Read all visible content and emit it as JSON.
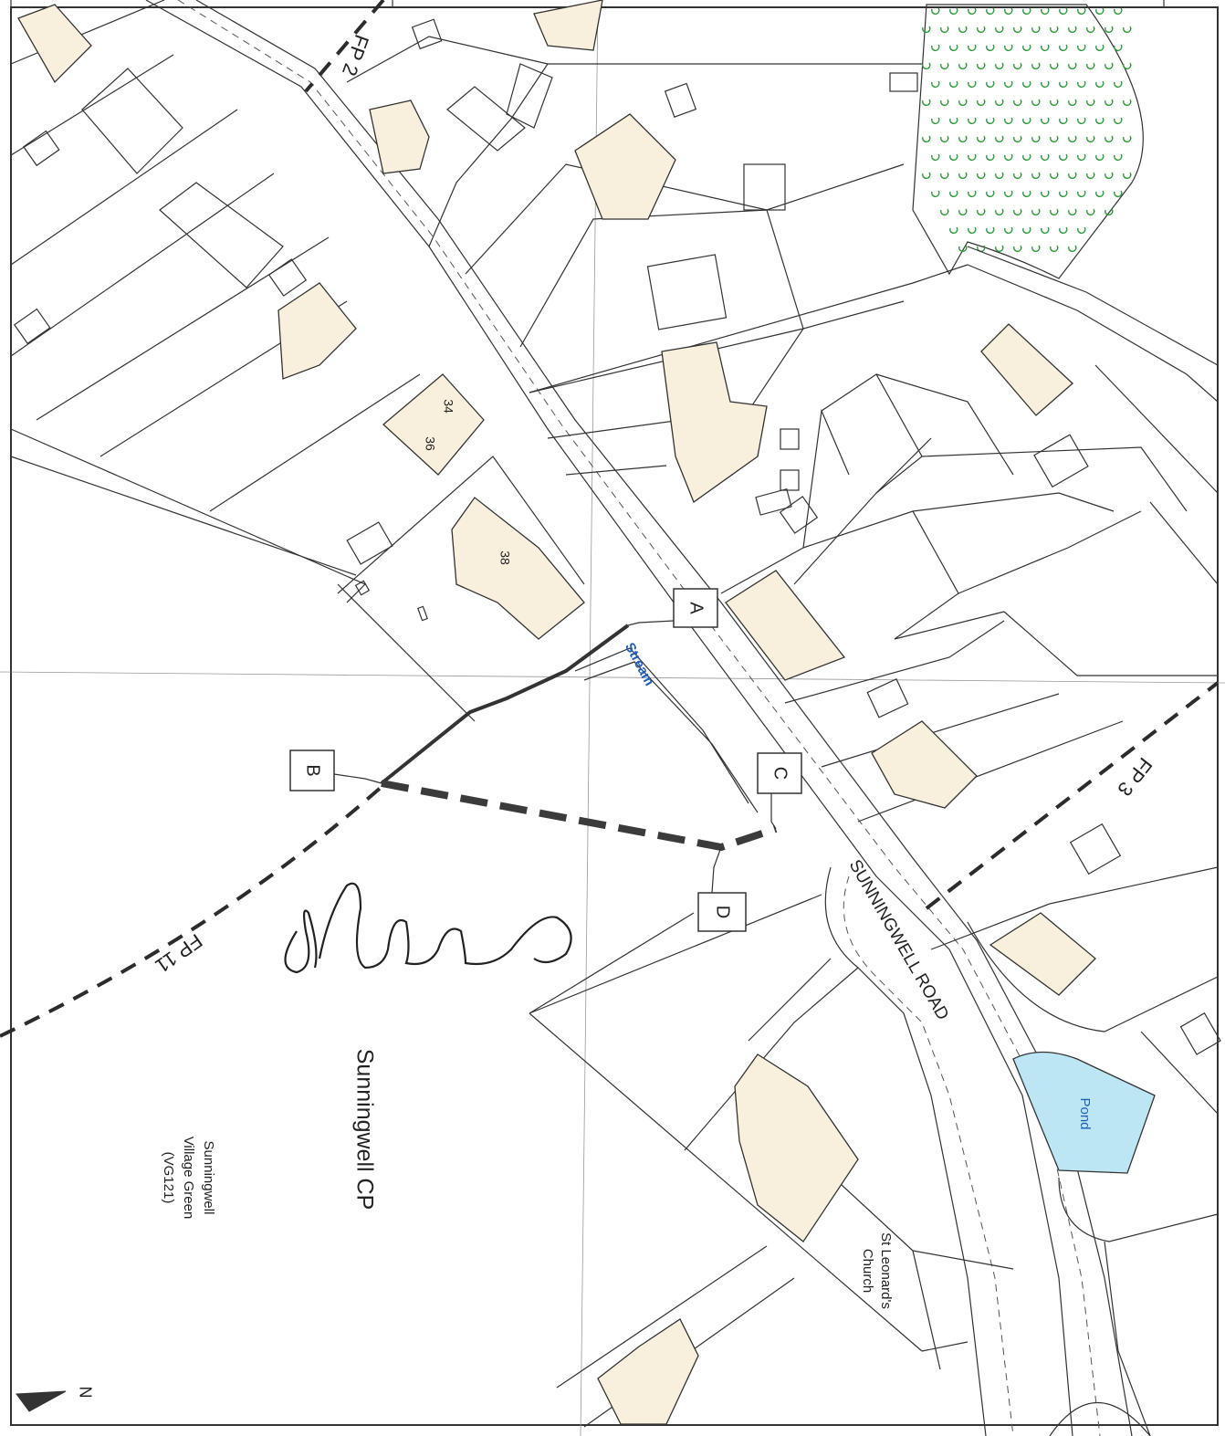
{
  "markers": {
    "a": "A",
    "b": "B",
    "c": "C",
    "d": "D"
  },
  "footpaths": {
    "fp2": "FP 2",
    "fp3": "FP 3",
    "fp11": "FP 11"
  },
  "labels": {
    "stream": "Stream",
    "road": "SUNNINGWELL ROAD",
    "pond": "Pond",
    "church_line1": "St Leonard's",
    "church_line2": "Church",
    "parish": "Sunningwell CP",
    "green_line1": "Sunningwell",
    "green_line2": "Village Green",
    "green_line3": "(VG121)",
    "north": "N"
  },
  "house_numbers": {
    "h34": "34",
    "h36": "36",
    "h38": "38"
  },
  "colors": {
    "building_fill": "#f8f0dc",
    "pond_fill": "#bde6f5",
    "stream_text": "#1f5fb8",
    "trees": "#2f9b3c"
  }
}
